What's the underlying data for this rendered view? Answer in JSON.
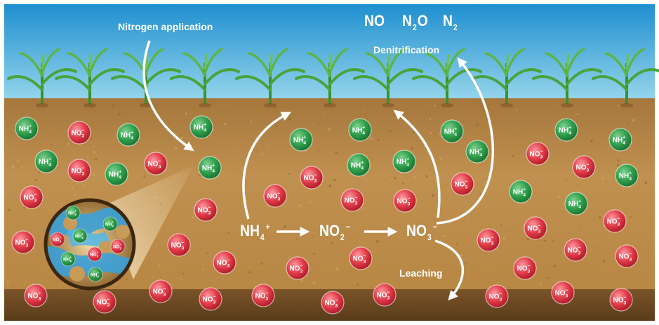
{
  "labels": {
    "nitrogen_application": "Nitrogen application",
    "denitrification": "Denitrification",
    "leaching": "Leaching"
  },
  "gases": [
    {
      "base": "NO",
      "sub": ""
    },
    {
      "base": "N",
      "sub": "2",
      "tail": "O"
    },
    {
      "base": "N",
      "sub": "2",
      "tail": ""
    }
  ],
  "cycle": {
    "ammonium": {
      "base": "NH",
      "sub": "4",
      "sup": "+"
    },
    "nitrite": {
      "base": "NO",
      "sub": "2",
      "sup": "−"
    },
    "nitrate": {
      "base": "NO",
      "sub": "3",
      "sup": "−"
    }
  },
  "ions": {
    "ammonium": {
      "base": "NH",
      "sub": "4",
      "sup": "+"
    },
    "nitrate": {
      "base": "NO",
      "sub": "3",
      "sup": "−"
    }
  },
  "colors": {
    "sky_top": "#1f8fd0",
    "sky_bottom": "#8fd3ea",
    "soil": "#b98a47",
    "ammonium_ion": "#2e9e4a",
    "nitrate_ion": "#e03a47",
    "water": "#3aa0d8",
    "label_text": "#ffffff"
  }
}
